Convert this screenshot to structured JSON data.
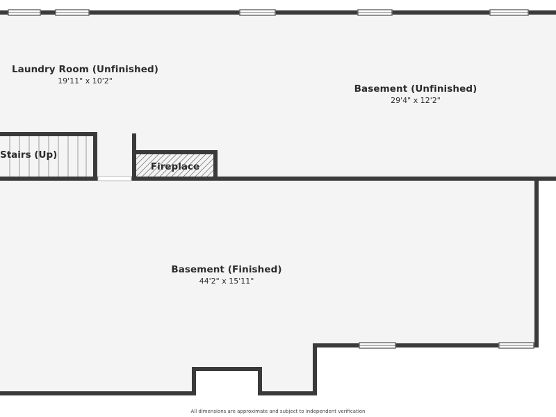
{
  "colors": {
    "wall": "#3a3a3a",
    "floor": "#f4f4f4",
    "window_frame": "#6e6e6e",
    "window_glass": "#ffffff",
    "hatch": "#555555"
  },
  "rooms": {
    "laundry": {
      "name": "Laundry Room (Unfinished)",
      "dims": "19'11\" x 10'2\""
    },
    "basement_unfinished": {
      "name": "Basement (Unfinished)",
      "dims": "29'4\" x 12'2\""
    },
    "basement_finished": {
      "name": "Basement (Finished)",
      "dims": "44'2\" x 15'11\""
    },
    "stairs": {
      "name": "Stairs (Up)"
    },
    "fireplace": {
      "name": "Fireplace"
    }
  },
  "footer": {
    "disclaimer": "All dimensions are approximate and subject to independent verification"
  }
}
